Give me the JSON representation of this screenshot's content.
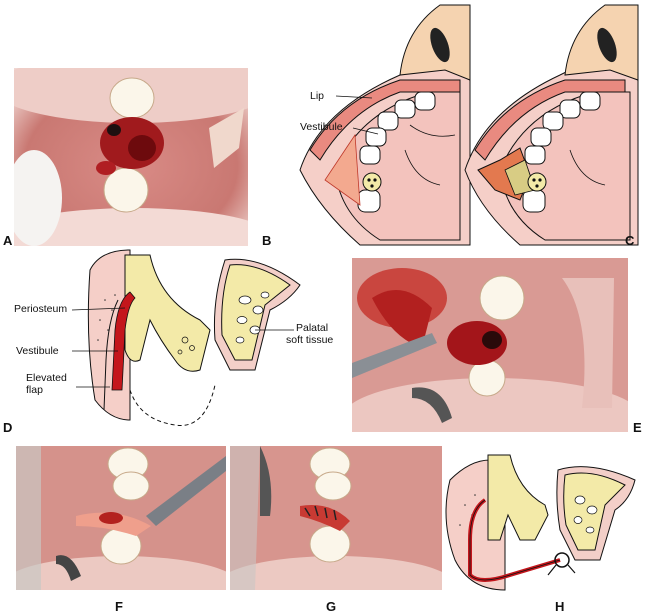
{
  "panel_labels": {
    "a": "A",
    "b": "B",
    "c": "C",
    "d": "D",
    "e": "E",
    "f": "F",
    "g": "G",
    "h": "H"
  },
  "callouts": {
    "lip": "Lip",
    "vestibule_b": "Vestibule",
    "periosteum": "Periosteum",
    "vestibule_d": "Vestibule",
    "elevated_flap_1": "Elevated",
    "elevated_flap_2": "flap",
    "palatal_1": "Palatal",
    "palatal_2": "soft tissue"
  },
  "colors": {
    "skin": "#f5cfc8",
    "bone": "#f3eaa8",
    "gum": "#e98a80",
    "blood": "#c4161c",
    "tissue": "#e8b1ac",
    "outline": "#111111"
  }
}
